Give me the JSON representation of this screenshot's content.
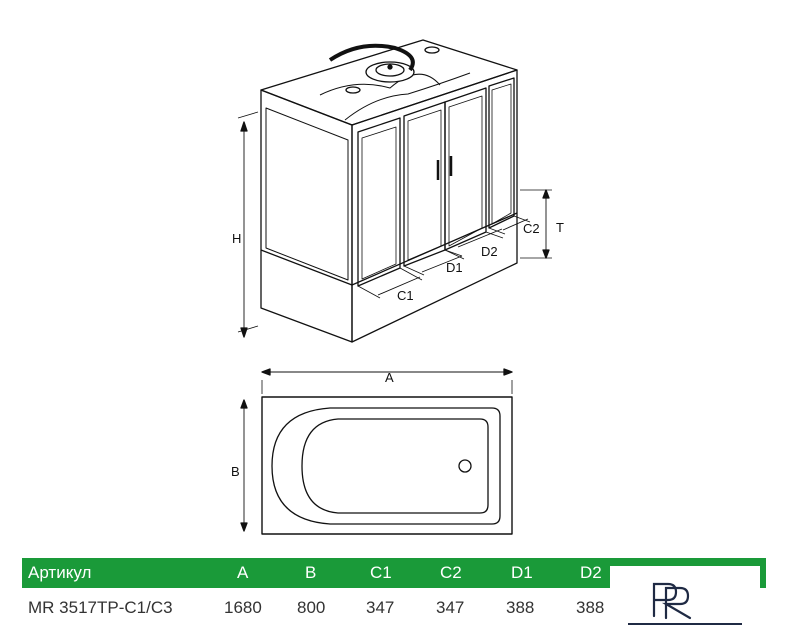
{
  "dimension_labels": {
    "A": "A",
    "B": "B",
    "H": "H",
    "T": "T",
    "C1": "C1",
    "C2": "C2",
    "D1": "D1",
    "D2": "D2"
  },
  "spec_table": {
    "header": [
      "Артикул",
      "A",
      "B",
      "C1",
      "C2",
      "D1",
      "D2"
    ],
    "row": [
      "MR 3517TP-C1/C3",
      "1680",
      "800",
      "347",
      "347",
      "388",
      "388"
    ]
  },
  "colors": {
    "header_bg": "#1a9a39",
    "header_text": "#ffffff",
    "row_text": "#333333",
    "line": "#111111"
  }
}
